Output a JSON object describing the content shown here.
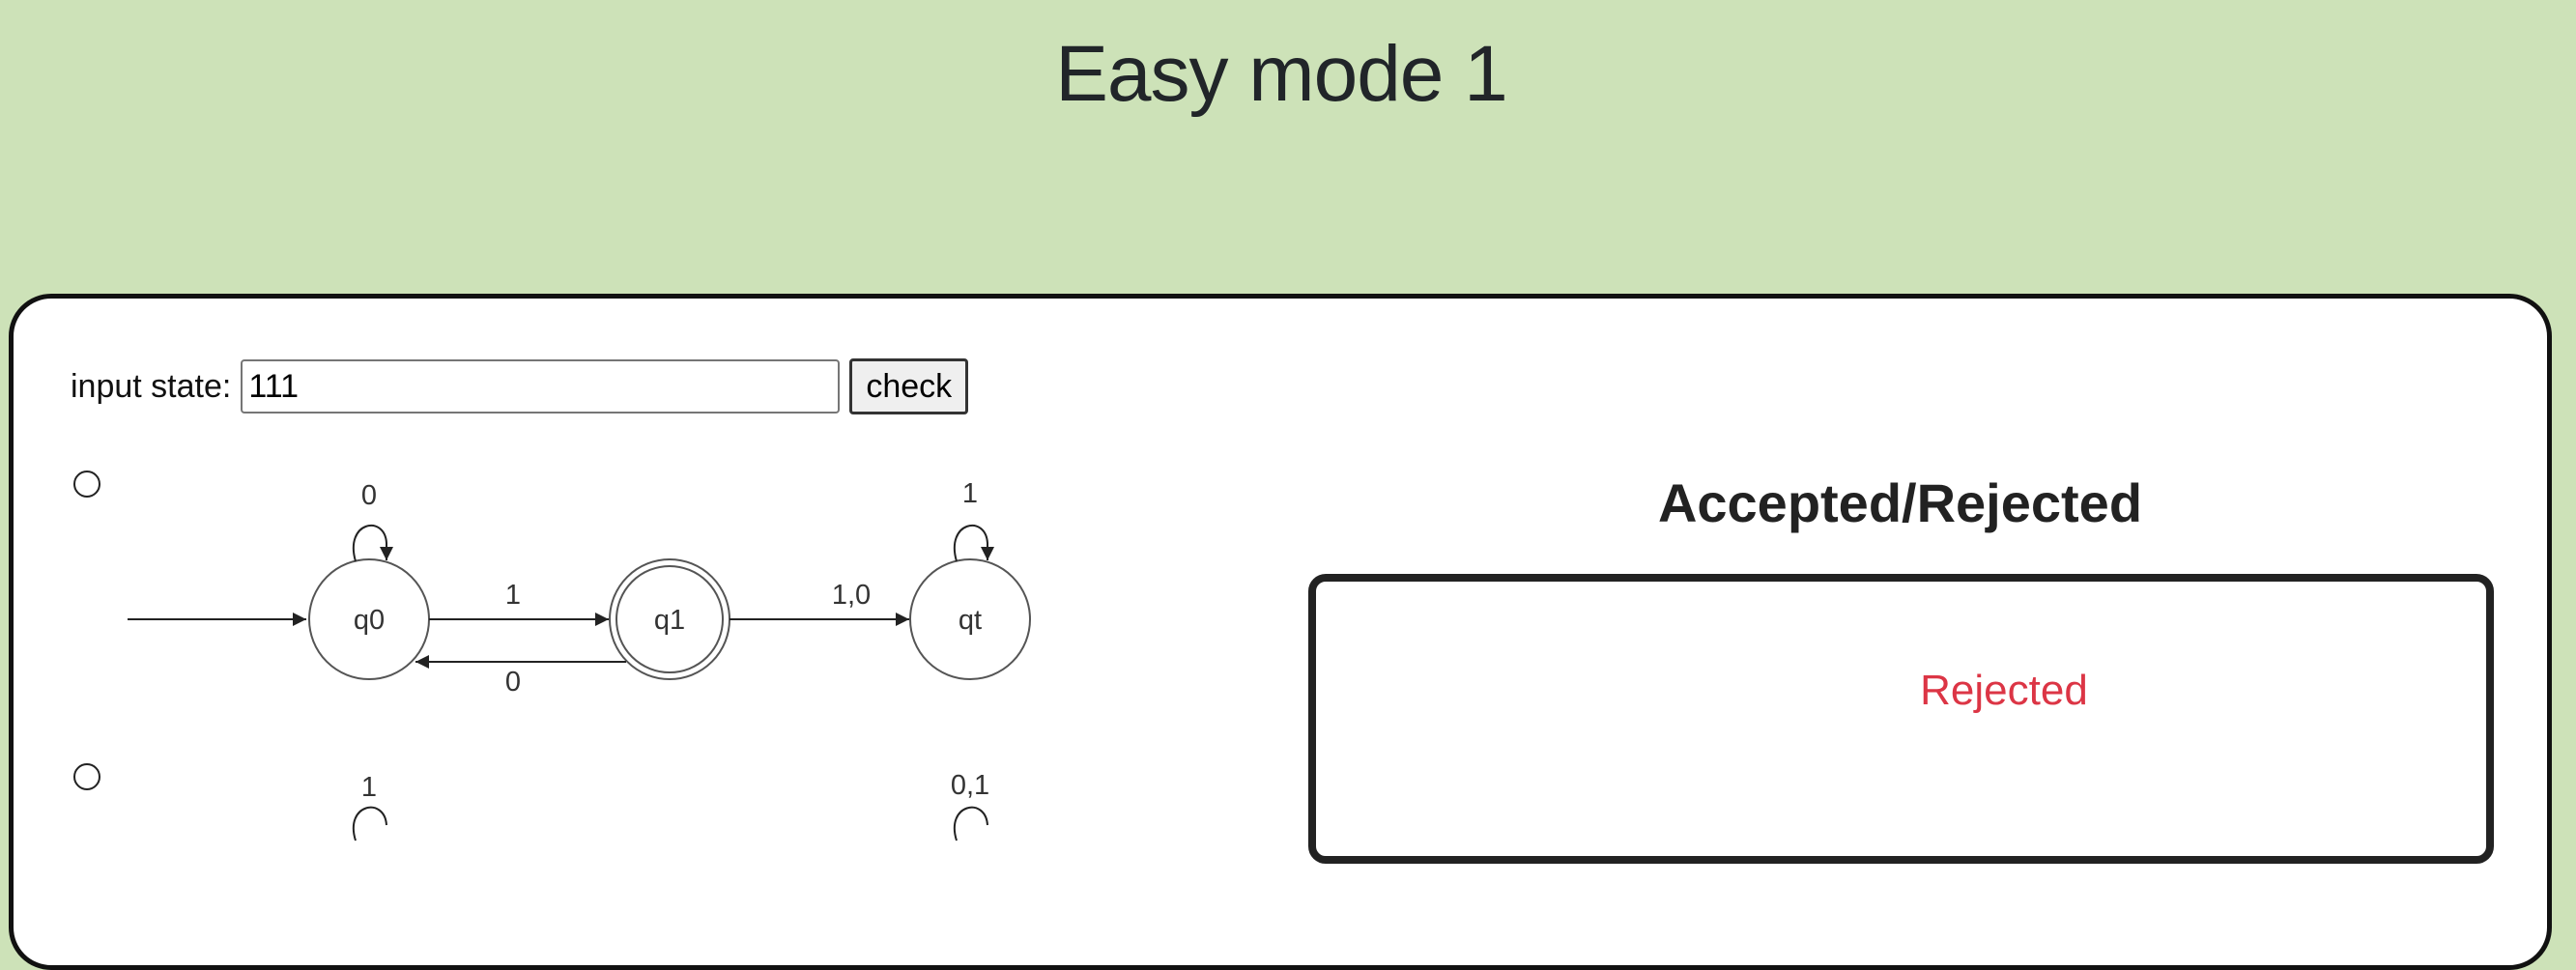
{
  "page": {
    "title": "Easy mode 1"
  },
  "form": {
    "input_label": "input state:",
    "input_value": "111",
    "check_label": "check"
  },
  "options": [
    {
      "states": [
        "q0",
        "q1",
        "qt"
      ],
      "transitions": {
        "q0_self": "0",
        "q0_to_q1": "1",
        "q1_to_q0": "0",
        "q1_to_qt": "1,0",
        "qt_self": "1"
      }
    },
    {
      "transitions": {
        "first_self": "1",
        "last_self": "0,1"
      }
    }
  ],
  "result": {
    "heading": "Accepted/Rejected",
    "status": "Rejected",
    "status_color": "#dc3545"
  }
}
